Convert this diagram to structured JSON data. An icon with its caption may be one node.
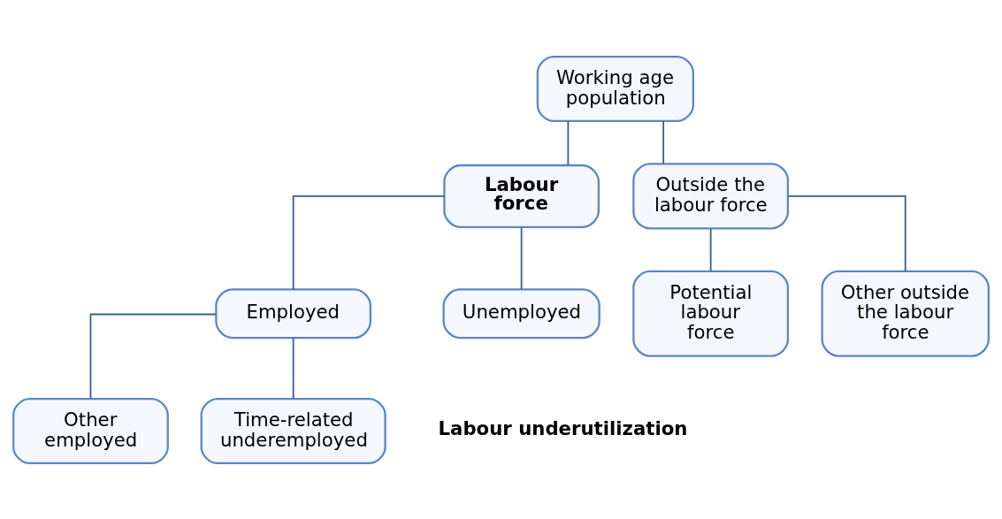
{
  "diagram": {
    "nodes": [
      {
        "text": [
          "Working age population"
        ]
      },
      {
        "text": [
          "Labour force"
        ]
      },
      {
        "text": [
          "Outside the labour force"
        ]
      },
      {
        "text": [
          "Employed"
        ]
      },
      {
        "text": [
          "Unemployed"
        ]
      },
      {
        "text": [
          "Potential labour force"
        ]
      },
      {
        "text": [
          "Other outside the labour force"
        ]
      },
      {
        "text": [
          "Other employed"
        ]
      },
      {
        "text": [
          "Time-related underemployed"
        ]
      }
    ],
    "edges": [
      {
        "from": 0,
        "to": 1,
        "arrow": "none"
      },
      {
        "from": 0,
        "to": 2,
        "arrow": "none"
      },
      {
        "from": 1,
        "to": 3,
        "arrow": "none"
      },
      {
        "from": 1,
        "to": 4,
        "arrow": "none"
      },
      {
        "from": 2,
        "to": 5,
        "arrow": "none"
      },
      {
        "from": 2,
        "to": 6,
        "arrow": "none"
      },
      {
        "from": 3,
        "to": 7,
        "arrow": "none"
      },
      {
        "from": 3,
        "to": 8,
        "arrow": "none"
      }
    ],
    "labels": [
      "Labour underutilization"
    ]
  }
}
